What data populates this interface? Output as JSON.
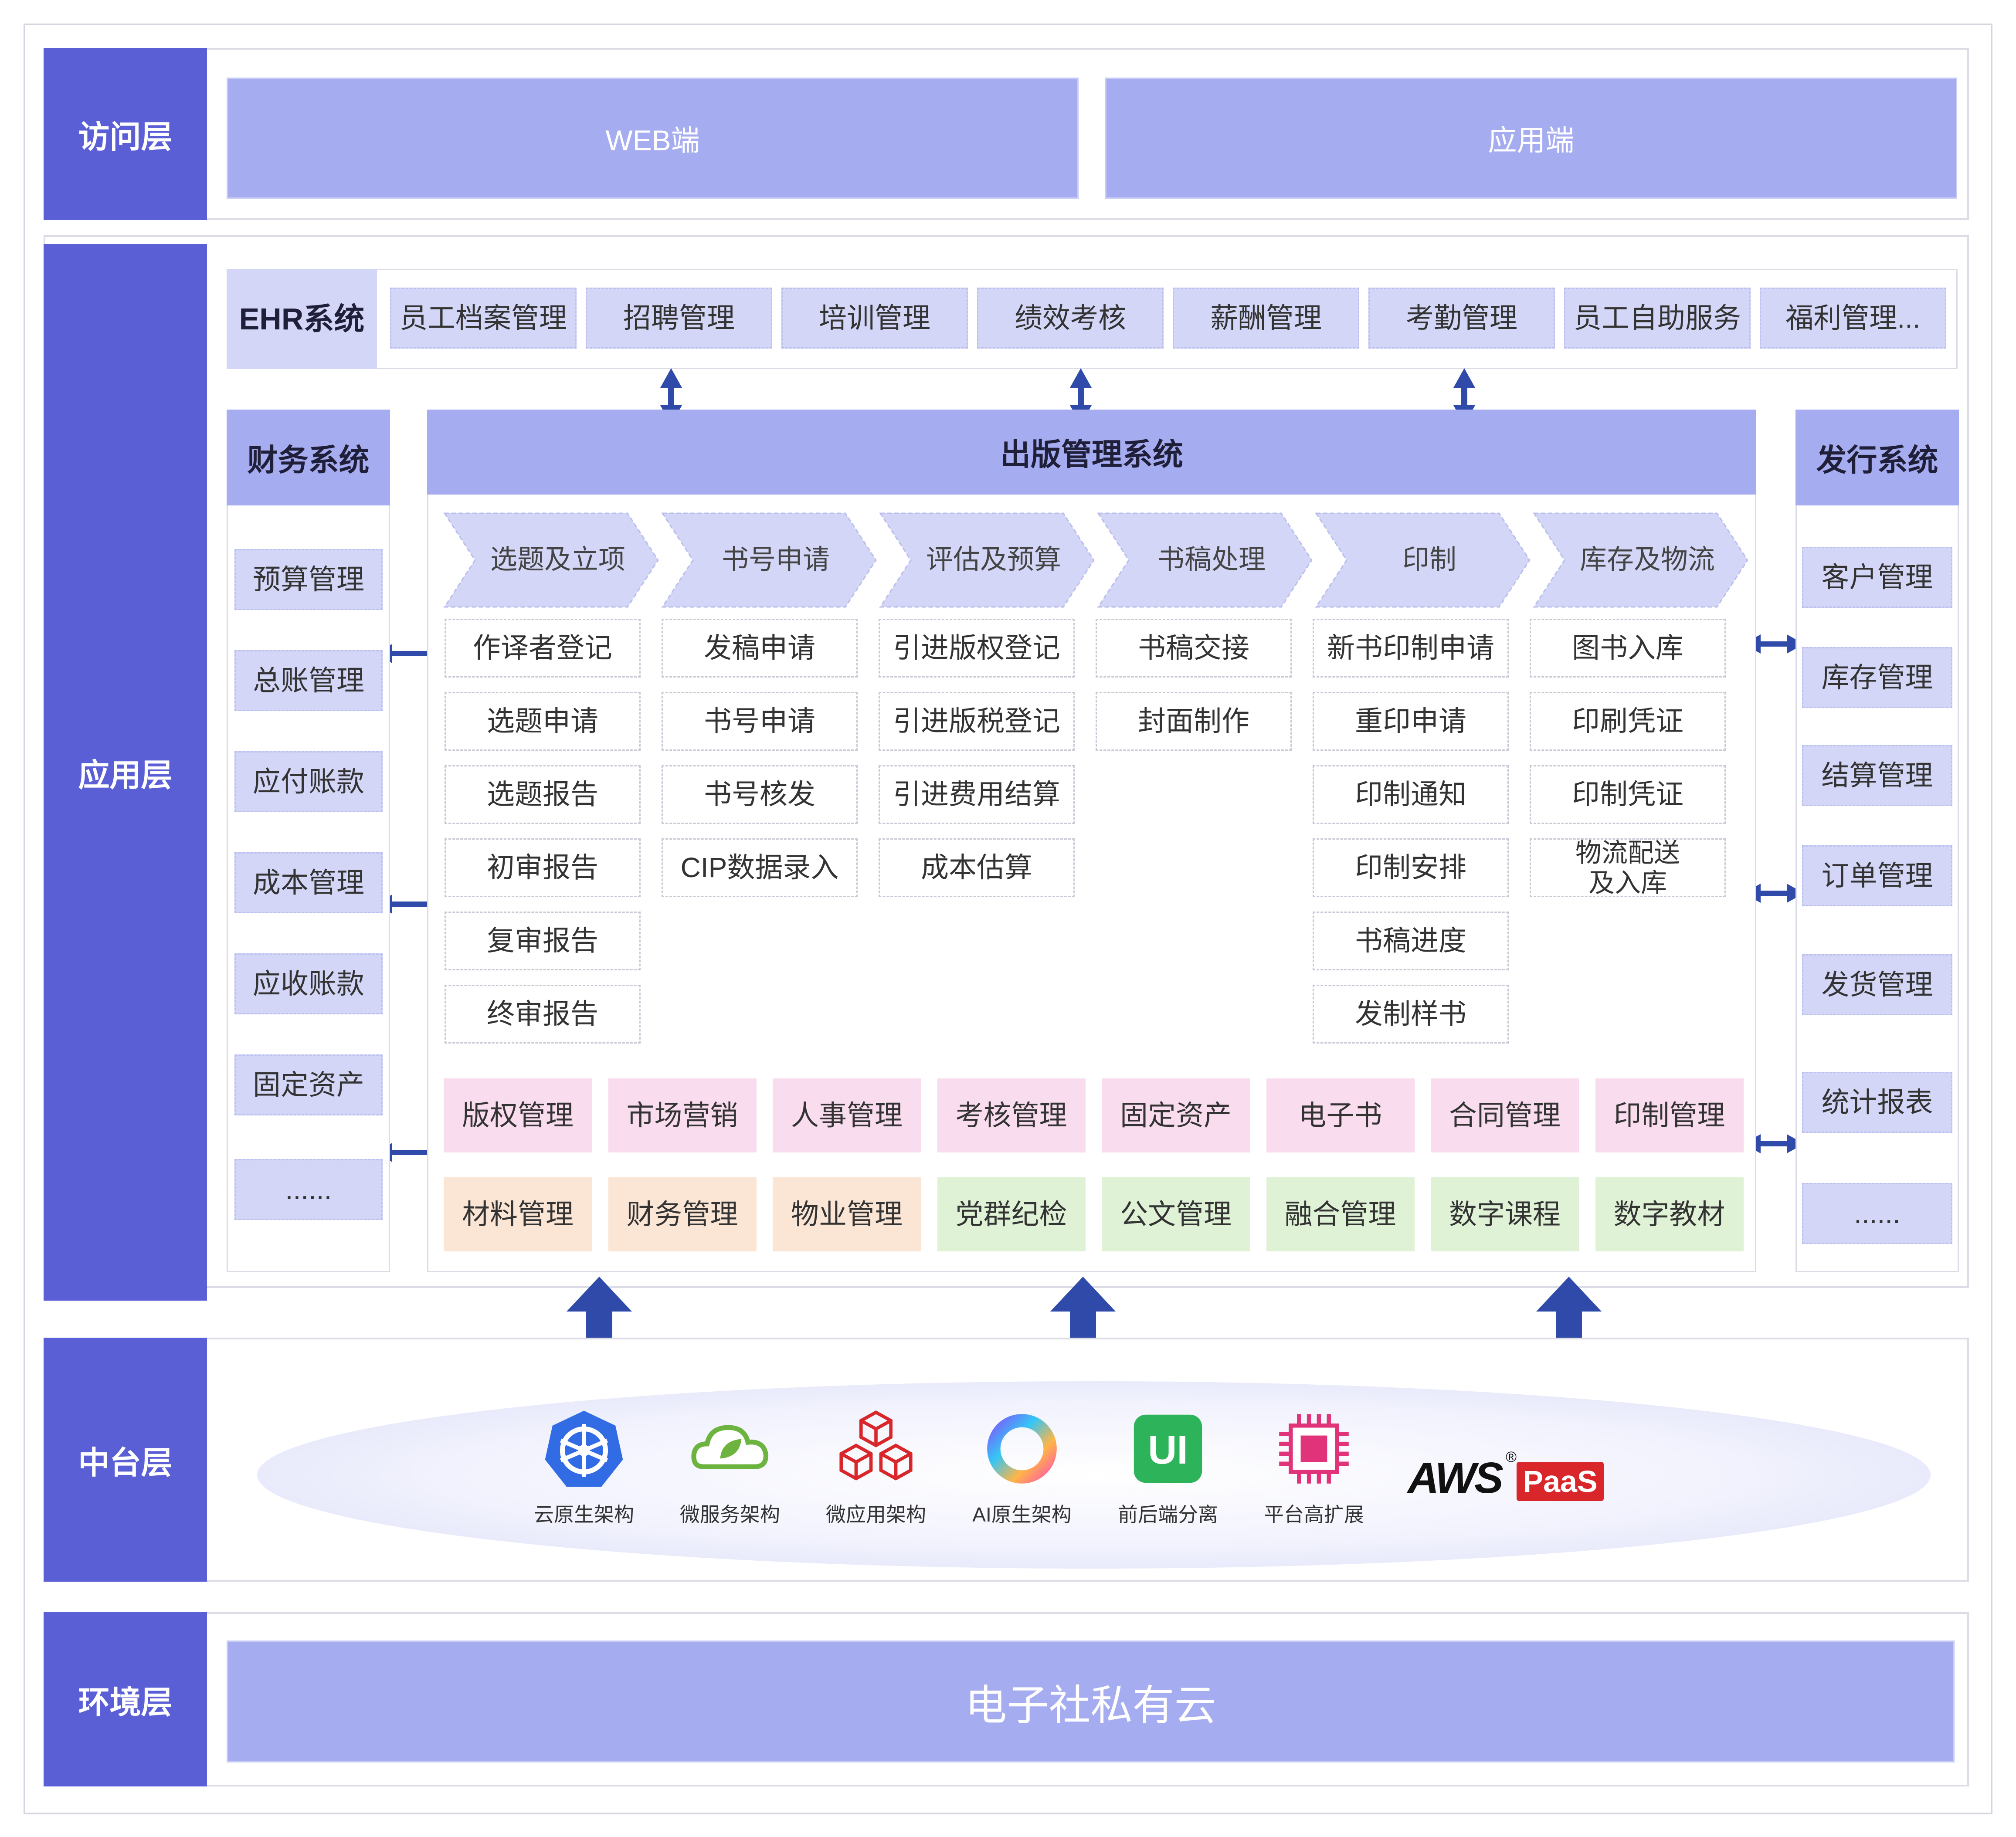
{
  "layers": {
    "access": "访问层",
    "app": "应用层",
    "middle": "中台层",
    "env": "环境层"
  },
  "access": {
    "web": "WEB端",
    "app": "应用端"
  },
  "ehr": {
    "title": "EHR系统",
    "items": [
      "员工档案管理",
      "招聘管理",
      "培训管理",
      "绩效考核",
      "薪酬管理",
      "考勤管理",
      "员工自助服务",
      "福利管理..."
    ]
  },
  "finance": {
    "title": "财务系统",
    "items": [
      "预算管理",
      "总账管理",
      "应付账款",
      "成本管理",
      "应收账款",
      "固定资产",
      "......"
    ]
  },
  "distribution": {
    "title": "发行系统",
    "items": [
      "客户管理",
      "库存管理",
      "结算管理",
      "订单管理",
      "发货管理",
      "统计报表",
      "......"
    ]
  },
  "publishing": {
    "title": "出版管理系统",
    "stages": [
      "选题及立项",
      "书号申请",
      "评估及预算",
      "书稿处理",
      "印制",
      "库存及物流"
    ],
    "columns": [
      [
        "作译者登记",
        "选题申请",
        "选题报告",
        "初审报告",
        "复审报告",
        "终审报告"
      ],
      [
        "发稿申请",
        "书号申请",
        "书号核发",
        "CIP数据录入"
      ],
      [
        "引进版权登记",
        "引进版税登记",
        "引进费用结算",
        "成本估算"
      ],
      [
        "书稿交接",
        "封面制作"
      ],
      [
        "新书印制申请",
        "重印申请",
        "印制通知",
        "印制安排",
        "书稿进度",
        "发制样书"
      ],
      [
        "图书入库",
        "印刷凭证",
        "印制凭证",
        "物流配送\n及入库"
      ]
    ],
    "modules_row1": [
      "版权管理",
      "市场营销",
      "人事管理",
      "考核管理",
      "固定资产",
      "电子书",
      "合同管理",
      "印制管理"
    ],
    "modules_row2": [
      "材料管理",
      "财务管理",
      "物业管理",
      "党群纪检",
      "公文管理",
      "融合管理",
      "数字课程",
      "数字教材"
    ]
  },
  "middle": {
    "icons": [
      {
        "name": "kubernetes-icon",
        "label": "云原生架构"
      },
      {
        "name": "spring-leaf-icon",
        "label": "微服务架构"
      },
      {
        "name": "cubes-icon",
        "label": "微应用架构"
      },
      {
        "name": "ai-ring-icon",
        "label": "AI原生架构"
      },
      {
        "name": "ui-icon",
        "label": "前后端分离"
      },
      {
        "name": "chip-icon",
        "label": "平台高扩展"
      }
    ],
    "logo": {
      "aws": "AWS",
      "reg": "®",
      "paas": "PaaS"
    },
    "ui_glyph": "UI"
  },
  "env": {
    "cloud": "电子社私有云"
  },
  "colors": {
    "layer": "#5b5fd6",
    "bar": "#a6acf0",
    "item": "#d3d6f6",
    "pink": "#f9dcee",
    "peach": "#fbe6d6",
    "green": "#dff2d6",
    "arrow": "#2f4aa8"
  }
}
